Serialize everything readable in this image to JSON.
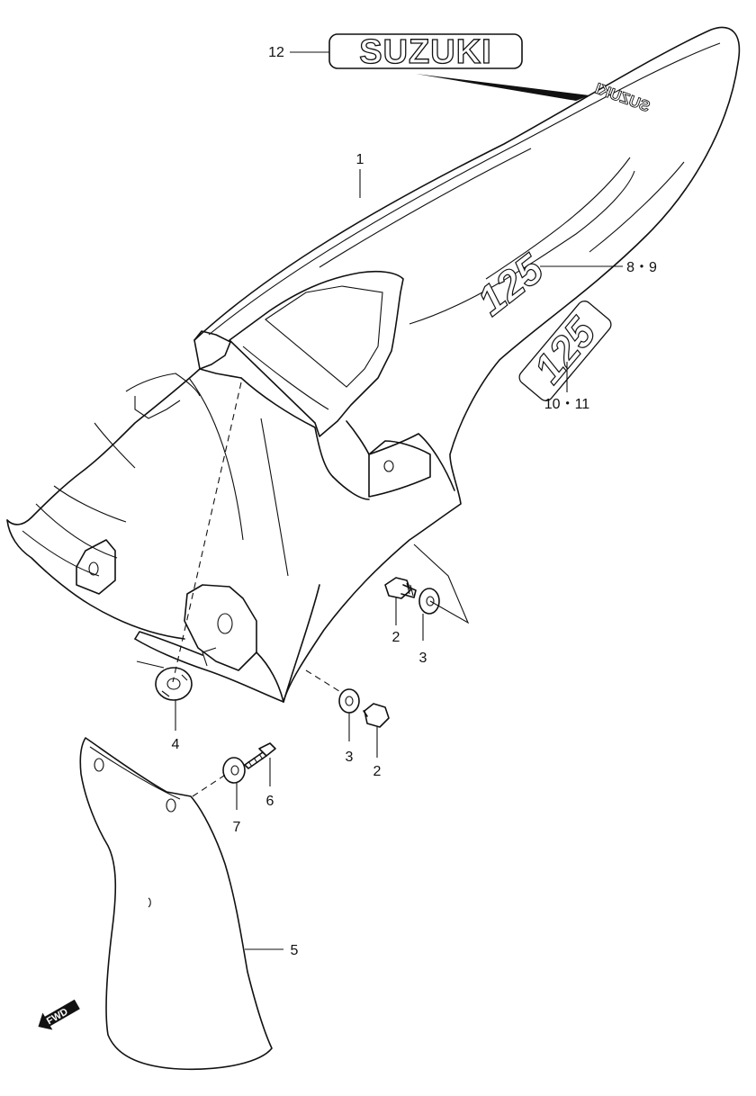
{
  "callouts": {
    "c1": "1",
    "c2a": "2",
    "c2b": "2",
    "c3a": "3",
    "c3b": "3",
    "c4": "4",
    "c5": "5",
    "c6": "6",
    "c7": "7",
    "c89": "8・9",
    "c1011": "10・11",
    "c12": "12"
  },
  "decals": {
    "suzuki_logo": "SUZUKI",
    "suzuki_small": "SUZUKI",
    "model_125": "125",
    "model_125b": "125"
  },
  "fwd_arrow": "FWD"
}
